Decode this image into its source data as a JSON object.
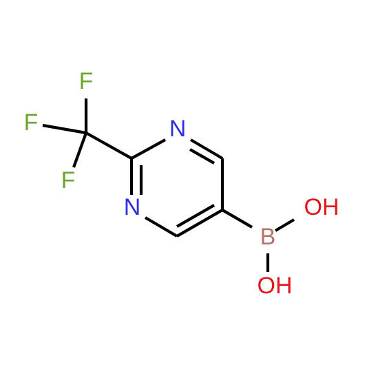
{
  "molecule": {
    "atoms": {
      "f_top": {
        "label": "F",
        "color": "#6aa431"
      },
      "f_left": {
        "label": "F",
        "color": "#6aa431"
      },
      "f_bottom": {
        "label": "F",
        "color": "#6aa431"
      },
      "n_top": {
        "label": "N",
        "color": "#2f2fe0"
      },
      "n_bottom": {
        "label": "N",
        "color": "#2f2fe0"
      },
      "boron": {
        "label": "B",
        "color": "#b5746a"
      },
      "oh_top": {
        "label": "OH",
        "color": "#e5161b"
      },
      "oh_bottom": {
        "label": "OH",
        "color": "#e5161b"
      }
    },
    "bond_color": "#000000"
  }
}
